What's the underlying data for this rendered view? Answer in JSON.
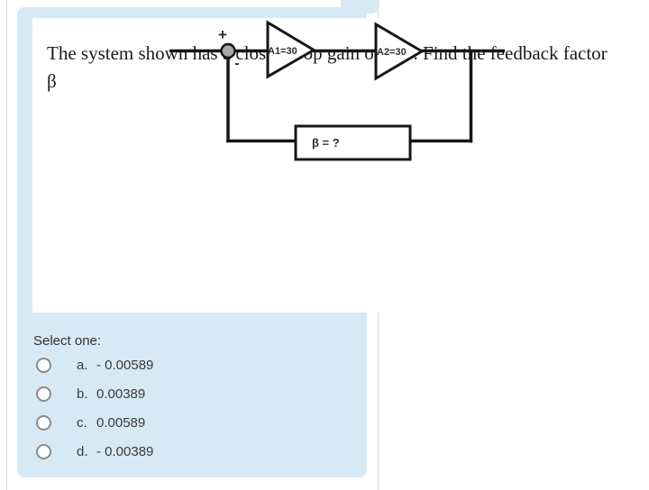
{
  "question": {
    "text_line1": "The system shown has a closed loop gain of 200. Find the feedback factor",
    "text_line2": "β"
  },
  "diagram": {
    "sum_plus": "+",
    "sum_minus": "-",
    "amp1_label": "A1=30",
    "amp2_label": "A2=30",
    "feedback_label": "β = ?"
  },
  "options_prompt": "Select one:",
  "options": [
    {
      "letter": "a.",
      "value": "- 0.00589",
      "selected": false
    },
    {
      "letter": "b.",
      "value": "0.00389",
      "selected": false
    },
    {
      "letter": "c.",
      "value": "0.00589",
      "selected": false
    },
    {
      "letter": "d.",
      "value": "- 0.00389",
      "selected": false
    }
  ],
  "colors": {
    "panel_blue": "#d7e9f4",
    "card_border": "#d9d9d9",
    "diagram_line": "#161616",
    "summing_node_fill": "#a8a8a8",
    "text_dark": "#1b1b1b",
    "option_text": "#3b3b3b"
  }
}
